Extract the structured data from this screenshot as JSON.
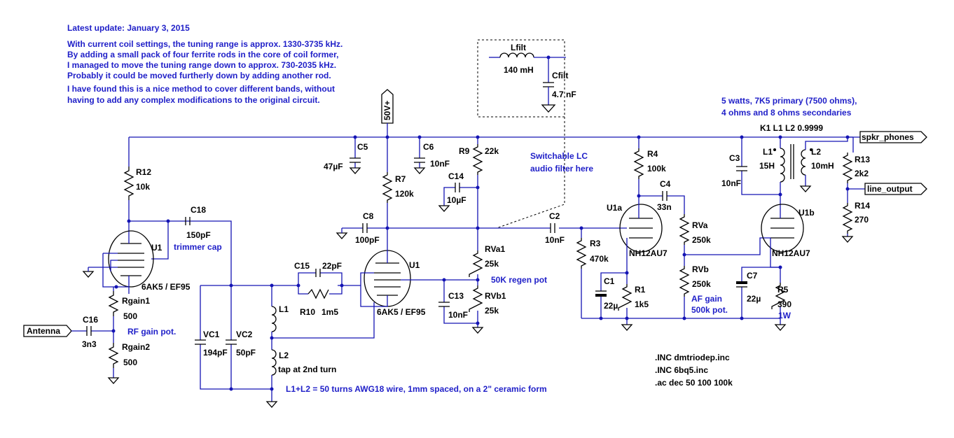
{
  "notes": {
    "update": "Latest update: January 3, 2015",
    "lines": [
      "With current coil settings, the tuning range is approx. 1330-3735 kHz.",
      "By adding a small pack of four ferrite rods in the core of coil former,",
      "I managed to move the tuning range down to approx. 730-2035 kHz.",
      "Probably it could be moved furtherly down by adding another rod.",
      "I have found this is a nice method to cover different bands, without",
      "having to add any complex modifications to the original circuit."
    ],
    "lc_filter": [
      "Switchable LC",
      "audio filter here"
    ],
    "transformer": [
      "5 watts, 7K5 primary (7500 ohms),",
      "4 ohms and 8 ohms secondaries"
    ],
    "regen": "50K regen pot",
    "rf_gain": "RF gain pot.",
    "trimmer": "trimmer cap",
    "af_gain": [
      "AF gain",
      "500k pot."
    ],
    "coil": "L1+L2 = 50 turns AWG18 wire, 1mm spaced, on a 2\" ceramic form",
    "tap": "tap at 2nd turn",
    "watt": "1W"
  },
  "ports": {
    "antenna": "Antenna",
    "speaker": "spkr_phones",
    "line": "line_output",
    "supply": "50V+"
  },
  "directives": [
    ".INC dmtriodep.inc",
    ".INC 6bq5.inc",
    ".ac dec 50 100 100k"
  ],
  "coupling": "K1 L1 L2 0.9999",
  "components": {
    "Lfilt": {
      "name": "Lfilt",
      "value": "140 mH"
    },
    "Cfilt": {
      "name": "Cfilt",
      "value": "4.7 nF"
    },
    "R12": {
      "name": "R12",
      "value": "10k"
    },
    "C18": {
      "name": "C18",
      "value": "150pF"
    },
    "U1a": {
      "name": "U1",
      "value": "6AK5 / EF95"
    },
    "U1b": {
      "name": "U1",
      "value": "6AK5 / EF95"
    },
    "Rgain1": {
      "name": "Rgain1",
      "value": "500"
    },
    "Rgain2": {
      "name": "Rgain2",
      "value": "500"
    },
    "C16": {
      "name": "C16",
      "value": "3n3"
    },
    "VC1": {
      "name": "VC1",
      "value": "194pF"
    },
    "VC2": {
      "name": "VC2",
      "value": "50pF"
    },
    "C15": {
      "name": "C15",
      "value": "22pF"
    },
    "R10": {
      "name": "R10",
      "value": "1m5"
    },
    "L1": {
      "name": "L1",
      "value": ""
    },
    "L2": {
      "name": "L2",
      "value": ""
    },
    "C5": {
      "name": "C5",
      "value": "47µF"
    },
    "C6": {
      "name": "C6",
      "value": "10nF"
    },
    "R7": {
      "name": "R7",
      "value": "120k"
    },
    "C8": {
      "name": "C8",
      "value": "100pF"
    },
    "R9": {
      "name": "R9",
      "value": "22k"
    },
    "C14": {
      "name": "C14",
      "value": "10µF"
    },
    "RVa1": {
      "name": "RVa1",
      "value": "25k"
    },
    "RVb1": {
      "name": "RVb1",
      "value": "25k"
    },
    "C13": {
      "name": "C13",
      "value": "10nF"
    },
    "C2": {
      "name": "C2",
      "value": "10nF"
    },
    "R3": {
      "name": "R3",
      "value": "470k"
    },
    "R4": {
      "name": "R4",
      "value": "100k"
    },
    "C4": {
      "name": "C4",
      "value": "33n"
    },
    "V1a": {
      "name": "U1a",
      "value": "NH12AU7"
    },
    "RVa": {
      "name": "RVa",
      "value": "250k"
    },
    "RVb": {
      "name": "RVb",
      "value": "250k"
    },
    "C1": {
      "name": "C1",
      "value": "22µ"
    },
    "R1": {
      "name": "R1",
      "value": "1k5"
    },
    "C3": {
      "name": "C3",
      "value": "10nF"
    },
    "TL1": {
      "name": "L1",
      "value": "15H"
    },
    "TL2": {
      "name": "L2",
      "value": "10mH"
    },
    "V1b": {
      "name": "U1b",
      "value": "NH12AU7"
    },
    "C7": {
      "name": "C7",
      "value": "22µ"
    },
    "R5": {
      "name": "R5",
      "value": "390"
    },
    "R13": {
      "name": "R13",
      "value": "2k2"
    },
    "R14": {
      "name": "R14",
      "value": "270"
    }
  }
}
